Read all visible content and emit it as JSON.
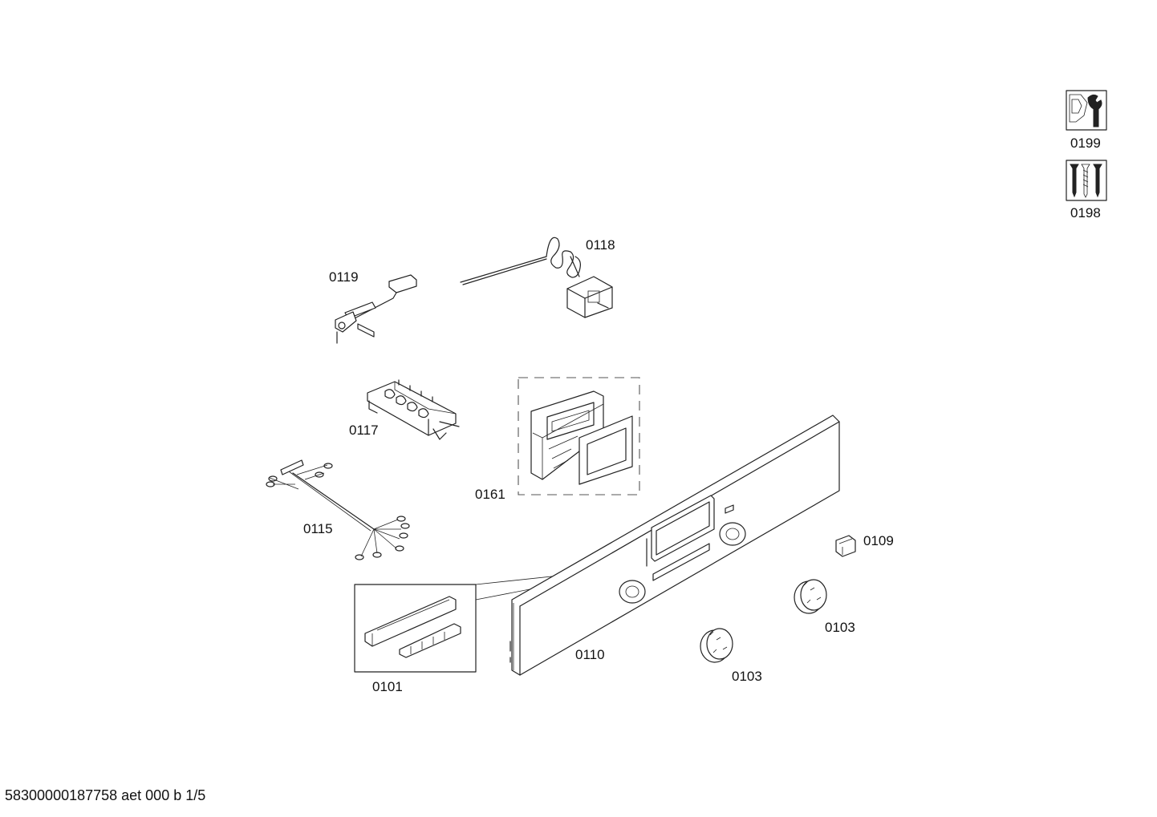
{
  "parts": [
    {
      "id": "0199",
      "label": "0199"
    },
    {
      "id": "0198",
      "label": "0198"
    },
    {
      "id": "0118",
      "label": "0118"
    },
    {
      "id": "0119",
      "label": "0119"
    },
    {
      "id": "0117",
      "label": "0117"
    },
    {
      "id": "0161",
      "label": "0161"
    },
    {
      "id": "0115",
      "label": "0115"
    },
    {
      "id": "0109",
      "label": "0109"
    },
    {
      "id": "0103a",
      "label": "0103"
    },
    {
      "id": "0101",
      "label": "0101"
    },
    {
      "id": "0110",
      "label": "0110"
    },
    {
      "id": "0103b",
      "label": "0103"
    }
  ],
  "footer": {
    "text": "58300000187758 aet 000 b 1/5"
  }
}
